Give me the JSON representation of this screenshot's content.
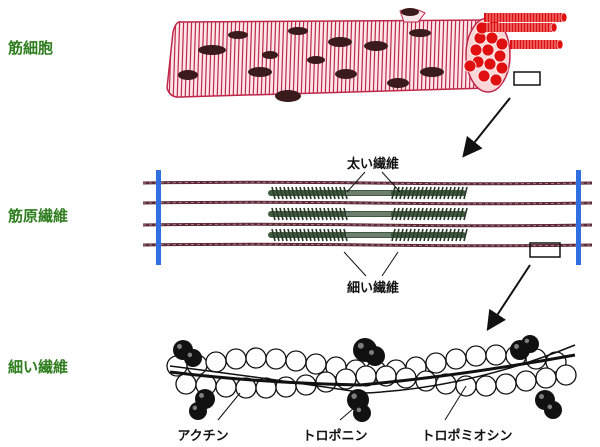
{
  "levels": {
    "muscle_cell": "筋細胞",
    "myofibril": "筋原繊維",
    "thin_filament": "細い繊維"
  },
  "labels": {
    "thick_filament": "太い繊維",
    "thin_filament": "細い繊維",
    "actin": "アクチン",
    "troponin": "トロポニン",
    "tropomyosin": "トロポミオシン"
  },
  "colors": {
    "level_label": "#2e7d1e",
    "cell_stripe": "#c0284a",
    "fibril_bundle": "#e01010",
    "nucleus": "#3a1a1a",
    "z_line": "#2f6fe0",
    "thin_line": "#5a2a38",
    "thick_filament": "#3f5a3f",
    "troponin": "#111111"
  }
}
